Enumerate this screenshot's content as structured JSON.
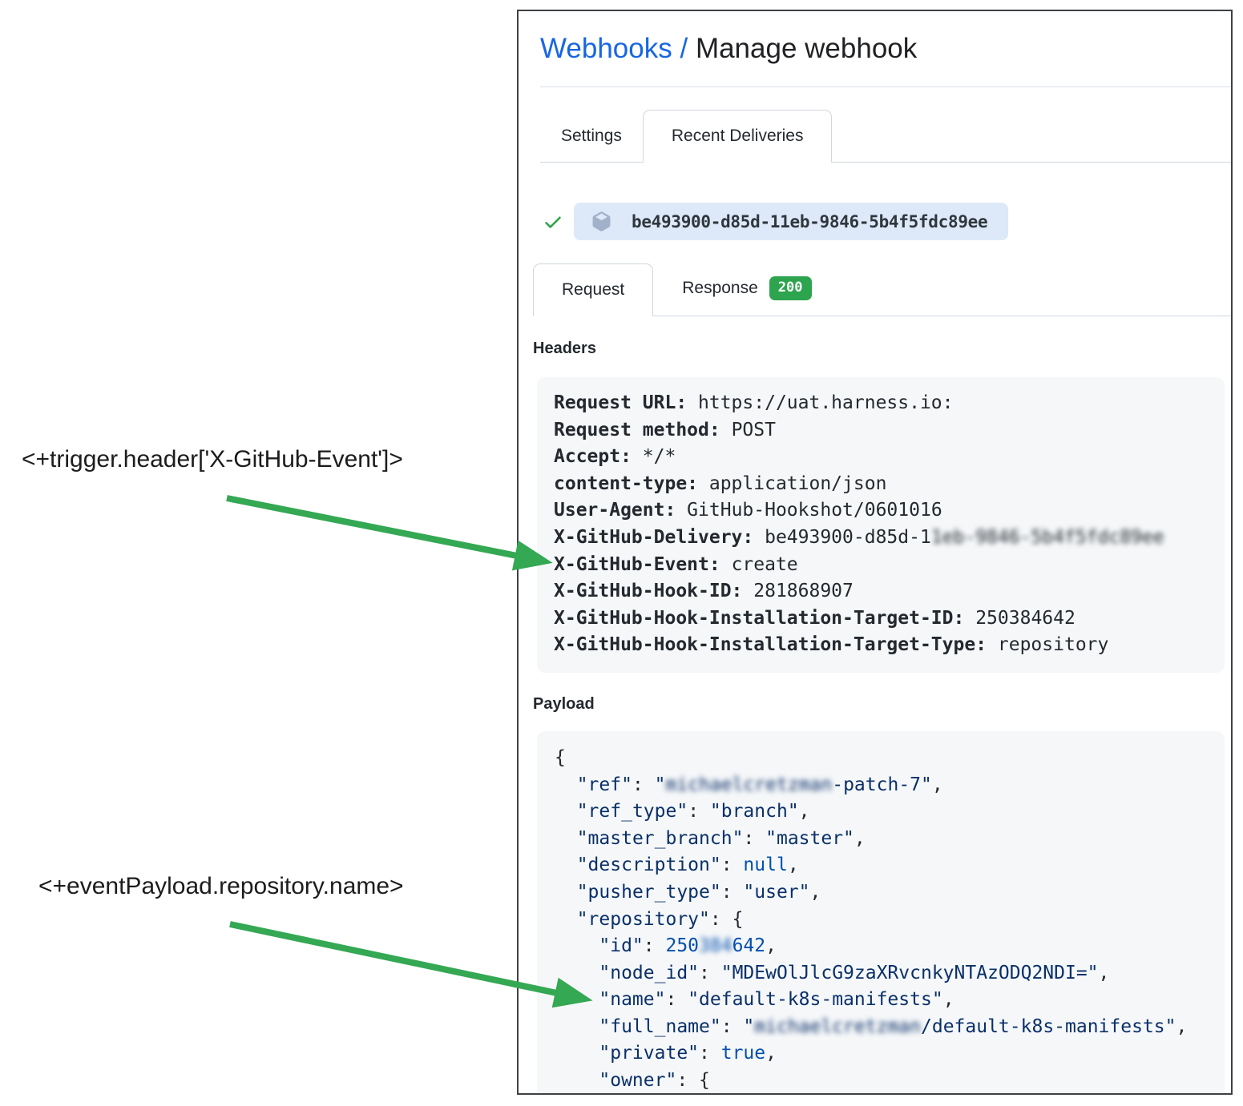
{
  "annotations": {
    "trigger_header_expression": "<+trigger.header['X-GitHub-Event']>",
    "payload_repo_name_expression": "<+eventPayload.repository.name>"
  },
  "panel": {
    "breadcrumb": {
      "link": "Webhooks",
      "separator": "/",
      "current": "Manage webhook"
    },
    "tabs": {
      "settings": "Settings",
      "recent_deliveries": "Recent Deliveries"
    },
    "delivery": {
      "guid": "be493900-d85d-11eb-9846-5b4f5fdc89ee"
    },
    "subtabs": {
      "request": "Request",
      "response": "Response",
      "response_status_code": "200"
    },
    "headers_section": {
      "label": "Headers",
      "lines": [
        {
          "name": "Request URL:",
          "value": "https://uat.harness.io:"
        },
        {
          "name": "Request method:",
          "value": "POST"
        },
        {
          "name": "Accept:",
          "value": "*/*"
        },
        {
          "name": "content-type:",
          "value": "application/json"
        },
        {
          "name": "User-Agent:",
          "value": "GitHub-Hookshot/0601016"
        },
        {
          "name": "X-GitHub-Delivery:",
          "value": "be493900-d85d-1",
          "redacted": "1eb-9846-5b4f5fdc89ee"
        },
        {
          "name": "X-GitHub-Event:",
          "value": "create"
        },
        {
          "name": "X-GitHub-Hook-ID:",
          "value": "281868907"
        },
        {
          "name": "X-GitHub-Hook-Installation-Target-ID:",
          "value": "250384642"
        },
        {
          "name": "X-GitHub-Hook-Installation-Target-Type:",
          "value": "repository"
        }
      ]
    },
    "payload_section": {
      "label": "Payload",
      "lines": [
        [
          {
            "t": "{",
            "c": "jp"
          }
        ],
        [
          {
            "t": "  ",
            "c": "jp"
          },
          {
            "t": "\"ref\"",
            "c": "jk"
          },
          {
            "t": ": ",
            "c": "jp"
          },
          {
            "t": "\"",
            "c": "js"
          },
          {
            "t": "michaelcretzman",
            "c": "js bl"
          },
          {
            "t": "-patch-7\"",
            "c": "js"
          },
          {
            "t": ",",
            "c": "jp"
          }
        ],
        [
          {
            "t": "  ",
            "c": "jp"
          },
          {
            "t": "\"ref_type\"",
            "c": "jk"
          },
          {
            "t": ": ",
            "c": "jp"
          },
          {
            "t": "\"branch\"",
            "c": "js"
          },
          {
            "t": ",",
            "c": "jp"
          }
        ],
        [
          {
            "t": "  ",
            "c": "jp"
          },
          {
            "t": "\"master_branch\"",
            "c": "jk"
          },
          {
            "t": ": ",
            "c": "jp"
          },
          {
            "t": "\"master\"",
            "c": "js"
          },
          {
            "t": ",",
            "c": "jp"
          }
        ],
        [
          {
            "t": "  ",
            "c": "jp"
          },
          {
            "t": "\"description\"",
            "c": "jk"
          },
          {
            "t": ": ",
            "c": "jp"
          },
          {
            "t": "null",
            "c": "jn"
          },
          {
            "t": ",",
            "c": "jp"
          }
        ],
        [
          {
            "t": "  ",
            "c": "jp"
          },
          {
            "t": "\"pusher_type\"",
            "c": "jk"
          },
          {
            "t": ": ",
            "c": "jp"
          },
          {
            "t": "\"user\"",
            "c": "js"
          },
          {
            "t": ",",
            "c": "jp"
          }
        ],
        [
          {
            "t": "  ",
            "c": "jp"
          },
          {
            "t": "\"repository\"",
            "c": "jk"
          },
          {
            "t": ": {",
            "c": "jp"
          }
        ],
        [
          {
            "t": "    ",
            "c": "jp"
          },
          {
            "t": "\"id\"",
            "c": "jk"
          },
          {
            "t": ": ",
            "c": "jp"
          },
          {
            "t": "250",
            "c": "jn"
          },
          {
            "t": "384",
            "c": "jn bl"
          },
          {
            "t": "642",
            "c": "jn"
          },
          {
            "t": ",",
            "c": "jp"
          }
        ],
        [
          {
            "t": "    ",
            "c": "jp"
          },
          {
            "t": "\"node_id\"",
            "c": "jk"
          },
          {
            "t": ": ",
            "c": "jp"
          },
          {
            "t": "\"MDEwOlJlcG9zaXRvcnkyNTAzODQ2NDI=\"",
            "c": "js"
          },
          {
            "t": ",",
            "c": "jp"
          }
        ],
        [
          {
            "t": "    ",
            "c": "jp"
          },
          {
            "t": "\"name\"",
            "c": "jk"
          },
          {
            "t": ": ",
            "c": "jp"
          },
          {
            "t": "\"default-k8s-manifests\"",
            "c": "js"
          },
          {
            "t": ",",
            "c": "jp"
          }
        ],
        [
          {
            "t": "    ",
            "c": "jp"
          },
          {
            "t": "\"full_name\"",
            "c": "jk"
          },
          {
            "t": ": ",
            "c": "jp"
          },
          {
            "t": "\"",
            "c": "js"
          },
          {
            "t": "michaelcretzman",
            "c": "js bl"
          },
          {
            "t": "/default-k8s-manifests\"",
            "c": "js"
          },
          {
            "t": ",",
            "c": "jp"
          }
        ],
        [
          {
            "t": "    ",
            "c": "jp"
          },
          {
            "t": "\"private\"",
            "c": "jk"
          },
          {
            "t": ": ",
            "c": "jp"
          },
          {
            "t": "true",
            "c": "jn"
          },
          {
            "t": ",",
            "c": "jp"
          }
        ],
        [
          {
            "t": "    ",
            "c": "jp"
          },
          {
            "t": "\"owner\"",
            "c": "jk"
          },
          {
            "t": ": {",
            "c": "jp"
          }
        ]
      ]
    }
  },
  "colors": {
    "link_blue": "#1766e2",
    "check_green": "#27a344",
    "badge_green": "#2da44e",
    "arrow_green": "#34a853",
    "pill_background": "#dde9f8",
    "code_background": "#f5f7f9",
    "json_string_navy": "#0a3069",
    "json_literal_blue": "#0550ae",
    "border_gray": "#d0d7de"
  }
}
